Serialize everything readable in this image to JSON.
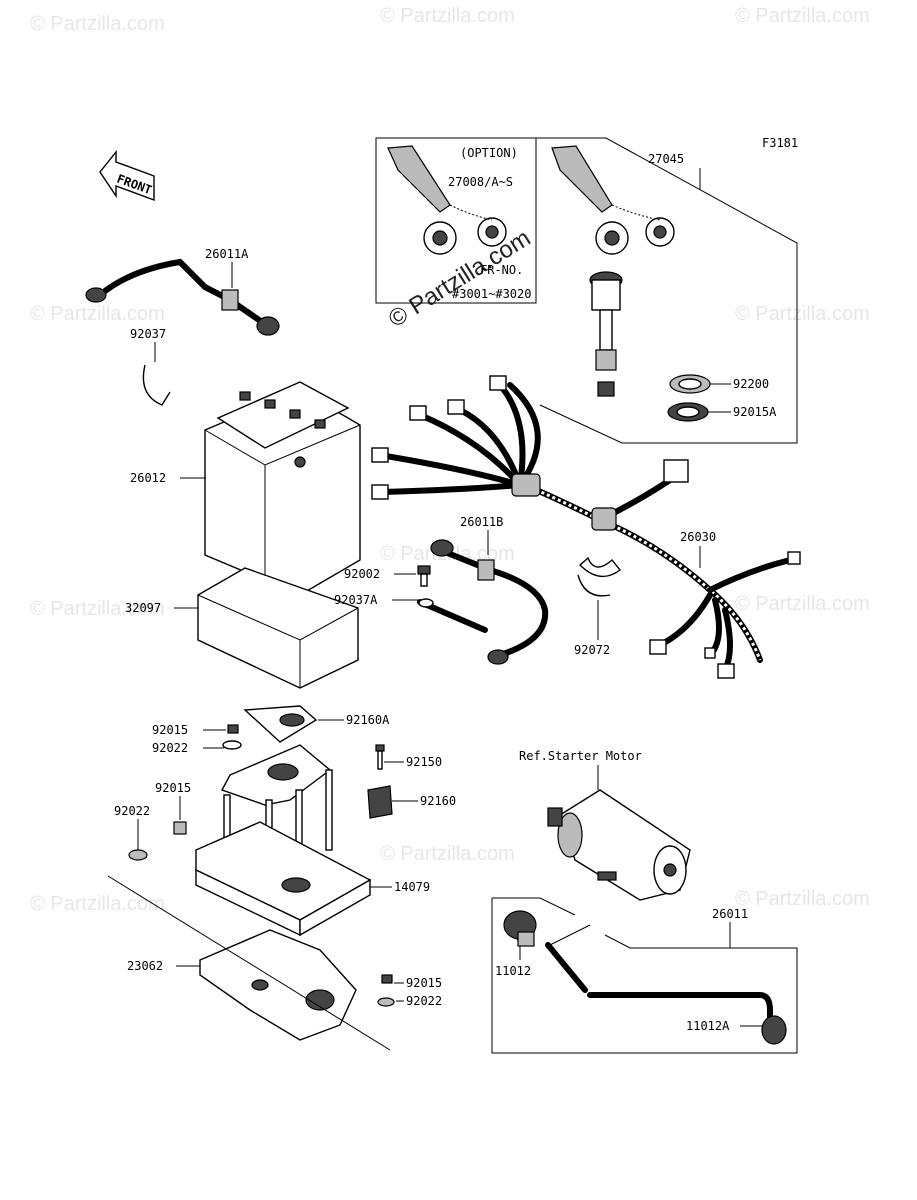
{
  "figure_code": "F3181",
  "front_label": "FRONT",
  "option": {
    "title": "(OPTION)",
    "part": "27008/A~S",
    "note_line1": "FR-NO.",
    "note_line2": "#3001~#3020"
  },
  "watermark_text": "© Partzilla.com",
  "ref_label": "Ref.Starter Motor",
  "parts": {
    "p27045": "27045",
    "p26011A": "26011A",
    "p92037": "92037",
    "p26012": "26012",
    "p92200": "92200",
    "p92015A": "92015A",
    "p26011B": "26011B",
    "p26030": "26030",
    "p92002": "92002",
    "p92037A": "92037A",
    "p32097": "32097",
    "p92072": "92072",
    "p92015a": "92015",
    "p92160A": "92160A",
    "p92022a": "92022",
    "p92150": "92150",
    "p92015b": "92015",
    "p92160": "92160",
    "p92022b": "92022",
    "p14079": "14079",
    "p23062": "23062",
    "p92015c": "92015",
    "p92022c": "92022",
    "p26011": "26011",
    "p11012": "11012",
    "p11012A": "11012A"
  }
}
